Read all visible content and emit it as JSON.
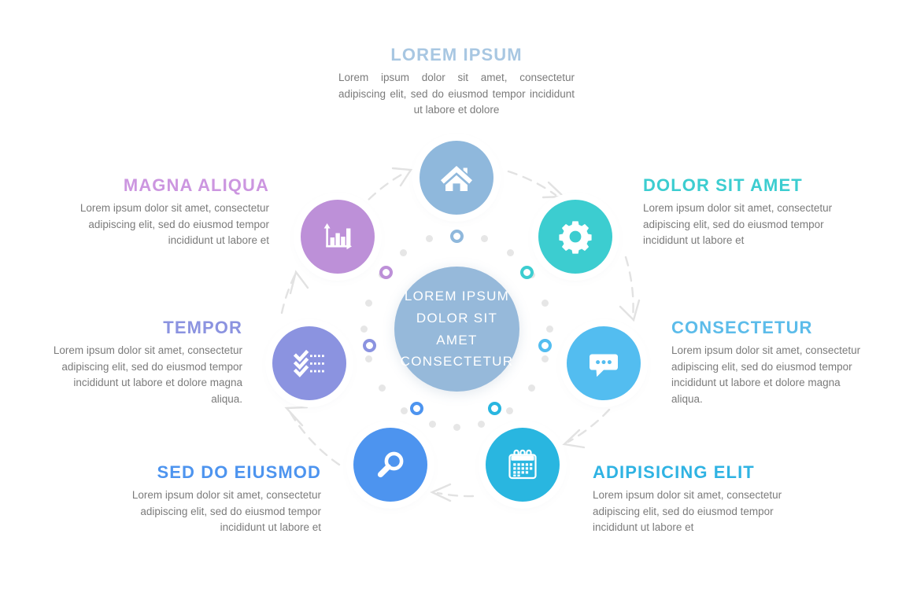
{
  "center": {
    "text_lines": [
      "LOREM IPSUM",
      "DOLOR SIT AMET",
      "CONSECTETUR"
    ],
    "text": "LOREM IPSUM DOLOR SIT AMET CONSECTETUR",
    "color": "#96b9da"
  },
  "chart_data": {
    "type": "diagram",
    "diagram_type": "circular-cycle-infographic",
    "segment_count": 7,
    "title": "LOREM IPSUM DOLOR SIT AMET CONSECTETUR",
    "flow_direction": "clockwise",
    "connector_style": "dashed-arrow",
    "center_label": "LOREM IPSUM DOLOR SIT AMET CONSECTETUR",
    "segments": [
      {
        "index": 1,
        "title": "LOREM IPSUM",
        "body": "Lorem ipsum dolor sit amet, consectetur adipiscing elit, sed do eiusmod tempor incididunt ut labore et dolore",
        "icon": "home-icon",
        "color": "#8fb8dc",
        "title_color": "#a8c7e2",
        "position": "top",
        "angle_deg": 270,
        "text_align": "center"
      },
      {
        "index": 2,
        "title": "DOLOR SIT AMET",
        "body": "Lorem ipsum dolor sit amet, consectetur adipiscing elit, sed do eiusmod tempor incididunt ut labore et",
        "icon": "gear-icon",
        "color": "#3ccdd0",
        "title_color": "#3ccdd0",
        "position": "top-right",
        "angle_deg": 321,
        "text_align": "left"
      },
      {
        "index": 3,
        "title": "CONSECTETUR",
        "body": "Lorem ipsum dolor sit amet, consectetur adipiscing elit, sed do eiusmod tempor incididunt ut labore et dolore magna aliqua.",
        "icon": "chat-bubble-icon",
        "color": "#53bdf0",
        "title_color": "#5cbcea",
        "position": "right",
        "angle_deg": 12,
        "text_align": "left"
      },
      {
        "index": 4,
        "title": "ADIPISICING ELIT",
        "body": "Lorem ipsum dolor sit amet, consectetur adipiscing elit, sed do eiusmod tempor incididunt ut labore et",
        "icon": "calendar-icon",
        "color": "#29b6e0",
        "title_color": "#2fb3e3",
        "position": "bottom-right",
        "angle_deg": 63,
        "text_align": "left"
      },
      {
        "index": 5,
        "title": "SED DO EIUSMOD",
        "body": "Lorem ipsum dolor sit amet, consectetur adipiscing elit, sed do eiusmod tempor incididunt ut labore et",
        "icon": "magnifier-icon",
        "color": "#4d94ef",
        "title_color": "#4d94ef",
        "position": "bottom-left",
        "angle_deg": 117,
        "text_align": "right"
      },
      {
        "index": 6,
        "title": "TEMPOR",
        "body": "Lorem ipsum dolor sit amet, consectetur adipiscing elit, sed do eiusmod tempor incididunt ut labore et dolore magna aliqua.",
        "icon": "checklist-icon",
        "color": "#8b93e0",
        "title_color": "#8b93e0",
        "position": "left",
        "angle_deg": 168,
        "text_align": "right"
      },
      {
        "index": 7,
        "title": "MAGNA ALIQUA",
        "body": "Lorem ipsum dolor sit amet, consectetur adipiscing elit, sed do eiusmod tempor incididunt ut labore et",
        "icon": "bar-chart-icon",
        "color": "#bd90d8",
        "title_color": "#cc96e0",
        "position": "top-left",
        "angle_deg": 219,
        "text_align": "right"
      }
    ],
    "ring_dot_colors": [
      "#8fb8dc",
      "#3ccdd0",
      "#53bdf0",
      "#29b6e0",
      "#4d94ef",
      "#8b93e0",
      "#bd90d8"
    ],
    "gray_dot_color": "#e6e6e6",
    "background": "#ffffff"
  }
}
